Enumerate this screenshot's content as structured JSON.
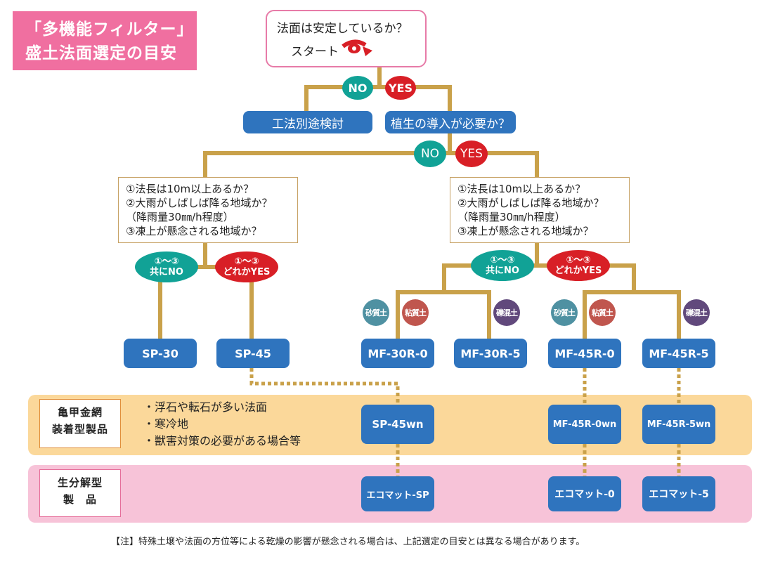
{
  "title": {
    "line1": "「多機能フィルター」",
    "line2": "盛土法面選定の目安"
  },
  "start": {
    "question": "法面は安定しているか？",
    "label": "スタート"
  },
  "decisions": {
    "first": {
      "no": "NO",
      "yes": "YES"
    },
    "second": {
      "no": "NO",
      "yes": "YES"
    }
  },
  "boxes": {
    "other_method": "工法別途検討",
    "vegetation_question": "植生の導入が必要か？"
  },
  "question_list": {
    "q1": "①法長は10m以上あるか？",
    "q2": "②大雨がしばしば降る地域か？",
    "q2_note": "（降雨量30㎜/h程度）",
    "q3": "③凍上が懸念される地域か？"
  },
  "conditions": {
    "all_no_line1": "①〜③",
    "all_no_line2": "共にNO",
    "any_yes_line1": "①〜③",
    "any_yes_line2": "どれかYES"
  },
  "soils": {
    "sandy": "砂質土",
    "clayey": "粘質土",
    "gravel": "礫混土"
  },
  "products": {
    "sp30": "SP-30",
    "sp45": "SP-45",
    "mf30r0": "MF-30R-0",
    "mf30r5": "MF-30R-5",
    "mf45r0": "MF-45R-0",
    "mf45r5": "MF-45R-5",
    "sp45wn": "SP-45wn",
    "mf45r0wn": "MF-45R-0wn",
    "mf45r5wn": "MF-45R-5wn",
    "eco_sp": "エコマット-SP",
    "eco_0": "エコマット-0",
    "eco_5": "エコマット-5"
  },
  "bands": {
    "mesh_label_line1": "亀甲金網",
    "mesh_label_line2": "装着型製品",
    "mesh_bullets": [
      "・浮石や転石が多い法面",
      "・寒冷地",
      "・獣害対策の必要がある場合等"
    ],
    "bio_label_line1": "生分解型",
    "bio_label_line2": "製　品"
  },
  "note": "【注】特殊土壌や法面の方位等による乾燥の影響が懸念される場合は、上記選定の目安とは異なる場合があります。",
  "colors": {
    "title_pink": "#f06fa0",
    "product_blue": "#2f74be",
    "no_teal": "#11a296",
    "yes_red": "#d81f26",
    "connector_gold": "#c9a14a",
    "band_orange": "#fbd89a",
    "band_pink": "#f7c3d8"
  }
}
